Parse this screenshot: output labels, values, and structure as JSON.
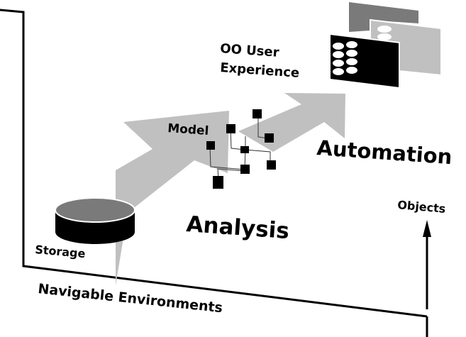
{
  "diagram": {
    "labels": {
      "oo_user_experience_line1": "OO User",
      "oo_user_experience_line2": "Experience",
      "model": "Model",
      "automation": "Automation",
      "analysis": "Analysis",
      "storage": "Storage",
      "objects": "Objects",
      "navigable_environments": "Navigable Environments"
    },
    "colors": {
      "arrow_fill": "#c0c0c0",
      "ink": "#000000",
      "cylinder_top": "#7a7a7a",
      "window_back": "#7a7a7a",
      "window_middle": "#c0c0c0",
      "window_front": "#000000"
    },
    "stages": [
      "Storage",
      "Analysis",
      "Model",
      "Automation",
      "OO User Experience"
    ],
    "axes": {
      "vertical": "Objects",
      "horizontal": "Navigable Environments"
    }
  }
}
